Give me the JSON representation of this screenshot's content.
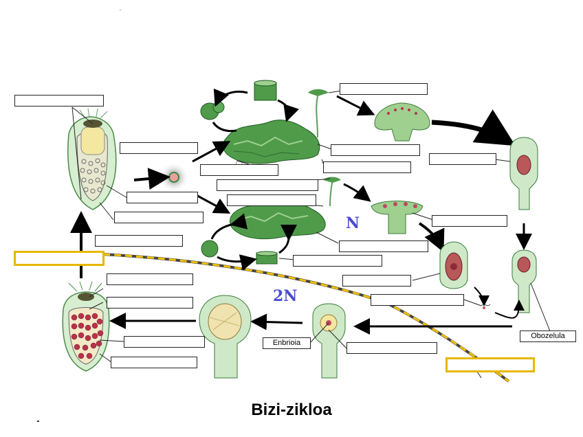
{
  "diagram": {
    "title": "Bizi-zikloa",
    "phases": {
      "haploid": "N",
      "diploid": "2N"
    },
    "labels": {
      "embryo": "Enbrioia",
      "oosphere": "Obozelula"
    }
  }
}
